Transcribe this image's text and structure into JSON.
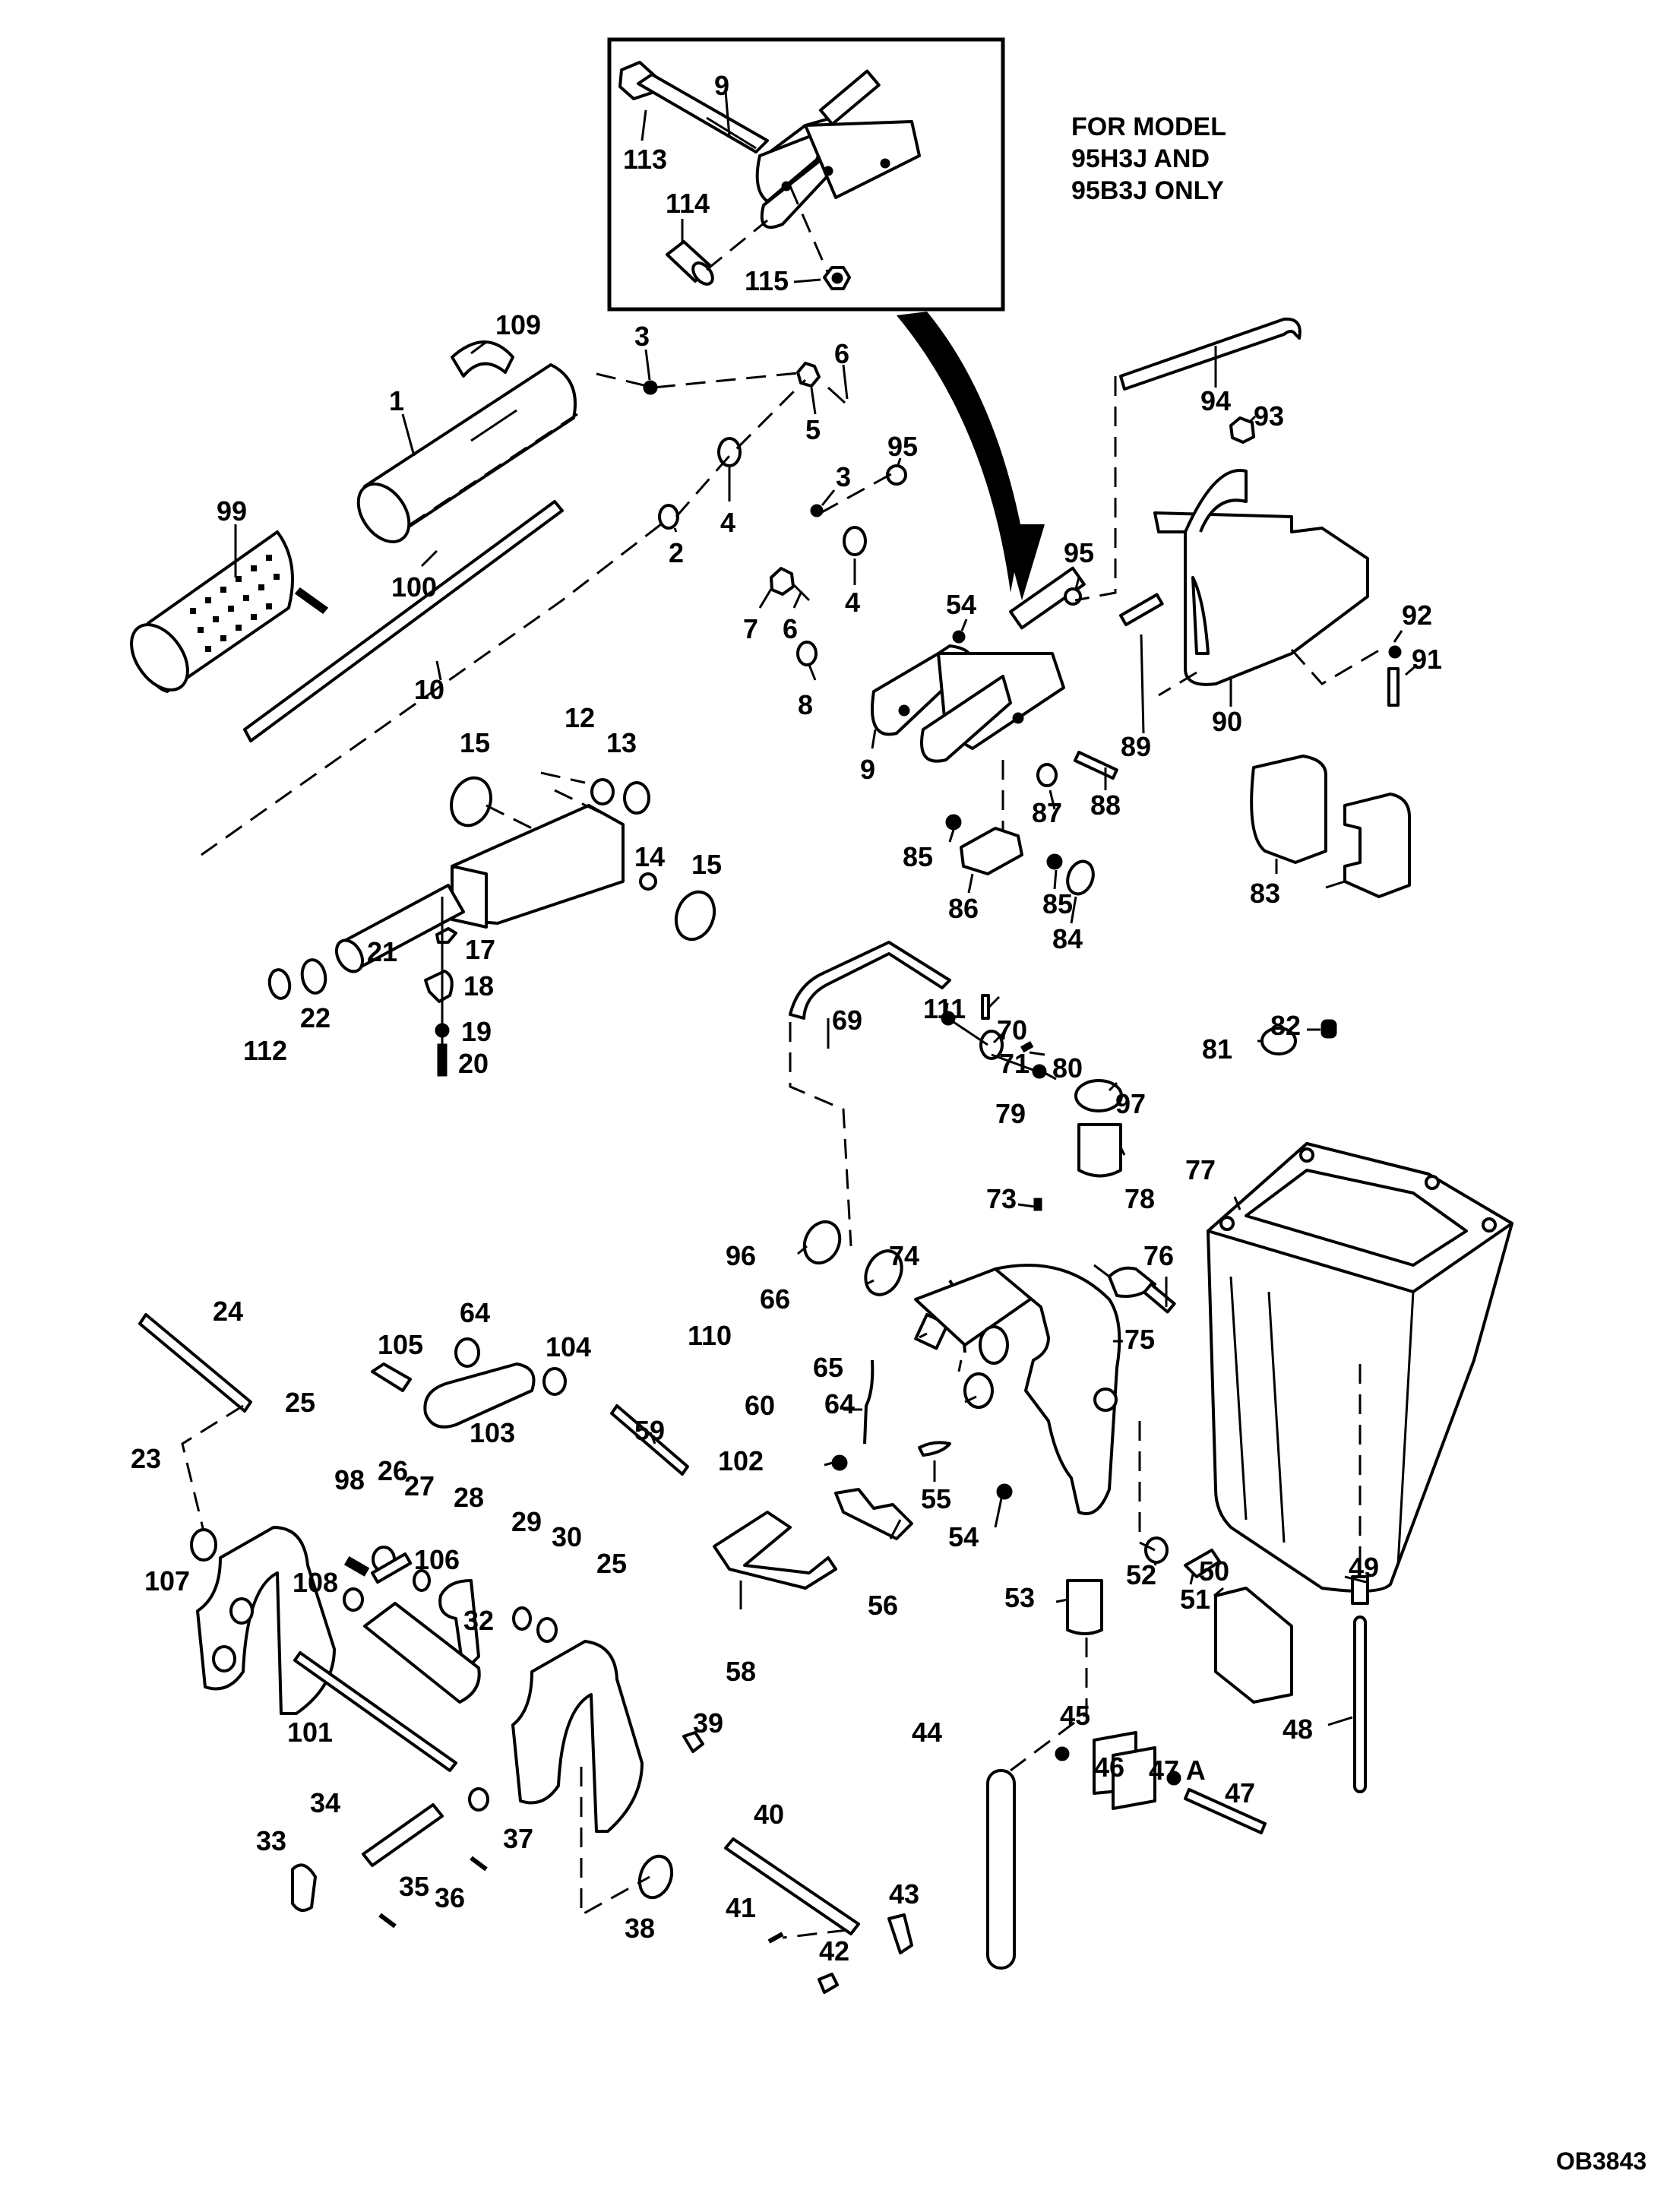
{
  "figure": {
    "code": "OB3843",
    "inset_note": [
      "FOR MODEL",
      "95H3J AND",
      "95B3J ONLY"
    ]
  },
  "inset": {
    "labels": [
      "113",
      "9",
      "114",
      "115"
    ]
  },
  "labels": {
    "l109": "109",
    "l3a": "3",
    "l6a": "6",
    "l1": "1",
    "l5": "5",
    "l99": "99",
    "l4a": "4",
    "l2": "2",
    "l100": "100",
    "l10": "10",
    "l3b": "3",
    "l95a": "95",
    "l4b": "4",
    "l7": "7",
    "l6b": "6",
    "l54a": "54",
    "l95b": "95",
    "l8": "8",
    "l9": "9",
    "l94": "94",
    "l93": "93",
    "l92": "92",
    "l91": "91",
    "l90": "90",
    "l89": "89",
    "l88": "88",
    "l87": "87",
    "l85a": "85",
    "l86": "86",
    "l85b": "85",
    "l84": "84",
    "l83": "83",
    "l12": "12",
    "l13": "13",
    "l15a": "15",
    "l14": "14",
    "l15b": "15",
    "l21": "21",
    "l17": "17",
    "l18": "18",
    "l19": "19",
    "l20": "20",
    "l22": "22",
    "l112": "112",
    "l69": "69",
    "l111": "111",
    "l70": "70",
    "l71": "71",
    "l80": "80",
    "l79": "79",
    "l97": "97",
    "l81": "81",
    "l82": "82",
    "l77": "77",
    "l73": "73",
    "l78": "78",
    "l96": "96",
    "l74": "74",
    "l76": "76",
    "l66": "66",
    "l110": "110",
    "l65": "65",
    "l75": "75",
    "l64b": "64",
    "l60": "60",
    "l102": "102",
    "l55": "55",
    "l54b": "54",
    "l52": "52",
    "l51": "51",
    "l50": "50",
    "l49": "49",
    "l56": "56",
    "l53": "53",
    "l58": "58",
    "l59": "59",
    "l24": "24",
    "l64a": "64",
    "l105": "105",
    "l104": "104",
    "l103": "103",
    "l25a": "25",
    "l23": "23",
    "l98": "98",
    "l26": "26",
    "l27": "27",
    "l28": "28",
    "l29": "29",
    "l30": "30",
    "l106": "106",
    "l107": "107",
    "l108": "108",
    "l32": "32",
    "l101": "101",
    "l25b": "25",
    "l39": "39",
    "l34": "34",
    "l37": "37",
    "l33": "33",
    "l35": "35",
    "l36": "36",
    "l38": "38",
    "l40": "40",
    "l41": "41",
    "l42": "42",
    "l43": "43",
    "l44": "44",
    "l45": "45",
    "l46": "46",
    "l47a": "47 A",
    "l47": "47",
    "l48": "48"
  }
}
